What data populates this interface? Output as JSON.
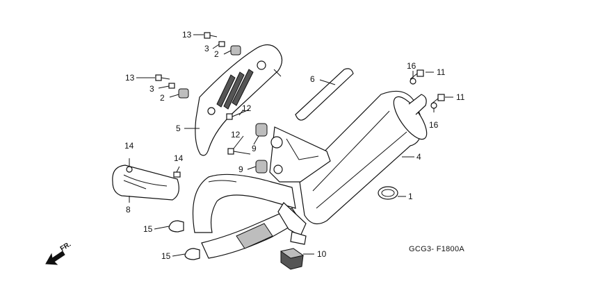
{
  "diagram_code": "GCG3- F1800A",
  "direction_label": "FR.",
  "callouts": [
    "13",
    "3",
    "2",
    "13",
    "3",
    "2",
    "5",
    "6",
    "12",
    "12",
    "9",
    "9",
    "14",
    "14",
    "8",
    "15",
    "15",
    "16",
    "11",
    "16",
    "11",
    "4",
    "1",
    "10"
  ]
}
